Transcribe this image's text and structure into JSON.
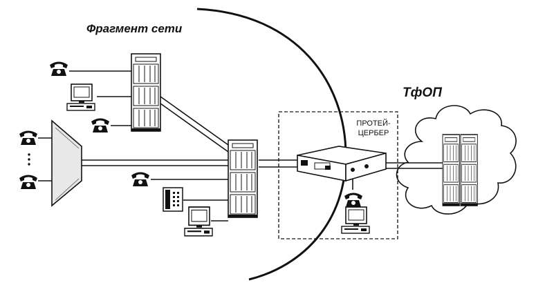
{
  "labels": {
    "network_fragment": "Фрагмент сети",
    "pstn": "ТфОП",
    "device_line1": "ПРОТЕЙ-",
    "device_line2": "ЦЕРБЕР"
  },
  "icons": {
    "telephone": "telephone-icon",
    "computer": "computer-icon",
    "server_rack": "server-rack-icon",
    "gateway": "protei-cerber-device-icon",
    "pbx": "pbx-trapezoid-icon",
    "cloud": "cloud-icon"
  },
  "colors": {
    "ink": "#111111",
    "paper": "#ffffff",
    "fill": "#e8e8e8"
  }
}
